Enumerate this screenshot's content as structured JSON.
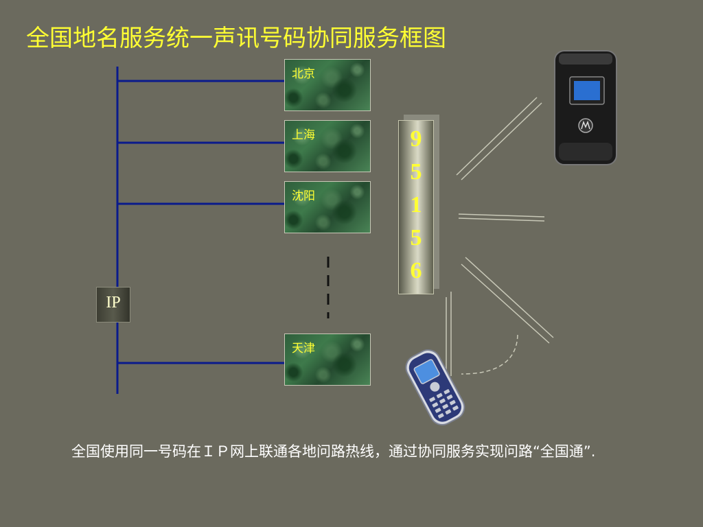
{
  "title": "全国地名服务统一声讯号码协同服务框图",
  "cities": [
    "北京",
    "上海",
    "沈阳",
    "天津"
  ],
  "service_number": [
    "9",
    "5",
    "1",
    "5",
    "6"
  ],
  "ip_label": "IP",
  "description": "全国使用同一号码在ＩＰ网上联通各地问路热线，通过协同服务实现问路“全国通”.",
  "icons": [
    "flip-phone-icon",
    "mobile-phone-icon"
  ],
  "colors": {
    "background": "#6b6a5e",
    "title": "#ffff33",
    "network_line": "#0a1a8c",
    "signal_line": "#c9c9b8"
  }
}
